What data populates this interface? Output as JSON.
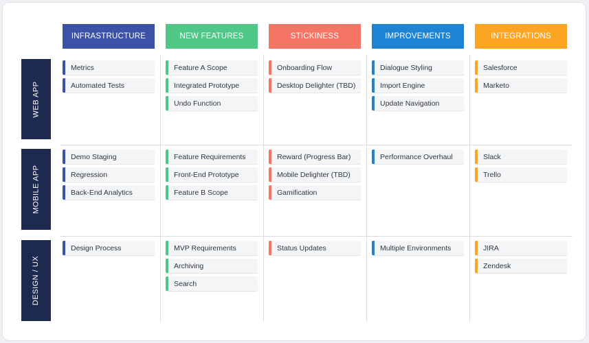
{
  "colors": {
    "infrastructure": "#3c52a6",
    "new_features": "#4fc887",
    "stickiness": "#f47566",
    "improvements": "#1e83d2",
    "integrations": "#fba522",
    "row_header": "#1d2a50"
  },
  "columns": [
    {
      "key": "infrastructure",
      "label": "INFRASTRUCTURE"
    },
    {
      "key": "new_features",
      "label": "NEW FEATURES"
    },
    {
      "key": "stickiness",
      "label": "STICKINESS"
    },
    {
      "key": "improvements",
      "label": "IMPROVEMENTS"
    },
    {
      "key": "integrations",
      "label": "INTEGRATIONS"
    }
  ],
  "rows": [
    {
      "label": "WEB APP",
      "cells": [
        [
          "Metrics",
          "Automated Tests"
        ],
        [
          "Feature A Scope",
          "Integrated Prototype",
          "Undo Function"
        ],
        [
          "Onboarding Flow",
          "Desktop Delighter (TBD)"
        ],
        [
          "Dialogue Styling",
          "Import Engine",
          "Update Navigation"
        ],
        [
          "Salesforce",
          "Marketo"
        ]
      ]
    },
    {
      "label": "MOBILE APP",
      "cells": [
        [
          "Demo Staging",
          "Regression",
          "Back-End Analytics"
        ],
        [
          "Feature Requirements",
          "Front-End Prototype",
          "Feature B Scope"
        ],
        [
          "Reward (Progress Bar)",
          "Mobile Delighter (TBD)",
          "Gamification"
        ],
        [
          "Performance Overhaul"
        ],
        [
          "Slack",
          "Trello"
        ]
      ]
    },
    {
      "label": "DESIGN / UX",
      "cells": [
        [
          "Design Process"
        ],
        [
          "MVP Requirements",
          "Archiving",
          "Search"
        ],
        [
          "Status Updates"
        ],
        [
          "Multiple Environments"
        ],
        [
          "JIRA",
          "Zendesk"
        ]
      ]
    }
  ]
}
